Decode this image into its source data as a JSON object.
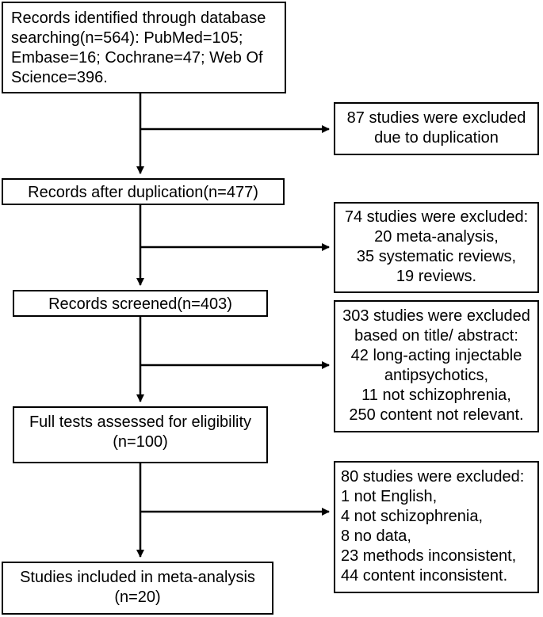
{
  "boxes": {
    "identified": {
      "lines": [
        "Records identified through database",
        "searching(n=564): PubMed=105;",
        "Embase=16; Cochrane=47; Web Of",
        "Science=396."
      ]
    },
    "excluded_duplication": {
      "lines": [
        "87 studies were excluded",
        "due to duplication"
      ]
    },
    "after_duplication": {
      "lines": [
        "Records after duplication(n=477)"
      ]
    },
    "excluded_reviews": {
      "lines": [
        "74 studies were excluded:",
        "20 meta-analysis,",
        "35 systematic reviews,",
        "19 reviews."
      ]
    },
    "screened": {
      "lines": [
        "Records screened(n=403)"
      ]
    },
    "excluded_title": {
      "lines": [
        "303 studies were excluded",
        "based on title/ abstract:",
        "42 long-acting injectable",
        "antipsychotics,",
        "11 not schizophrenia,",
        "250 content not relevant."
      ]
    },
    "eligibility": {
      "lines": [
        "Full tests assessed for eligibility",
        "(n=100)"
      ]
    },
    "excluded_fulltext": {
      "lines": [
        "80 studies were excluded:",
        "1 not English,",
        "4 not schizophrenia,",
        "8 no data,",
        "23 methods inconsistent,",
        "44 content inconsistent."
      ]
    },
    "included": {
      "lines": [
        "Studies included in meta-analysis",
        "(n=20)"
      ]
    }
  }
}
